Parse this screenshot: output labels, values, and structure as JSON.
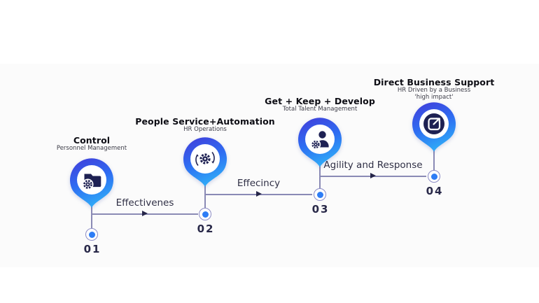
{
  "diagram": {
    "type": "timeline-roadmap",
    "steps": [
      {
        "number": "01",
        "title": "Control",
        "subtitle": "Personnel Management",
        "subtitle2": "",
        "icon": "folder-gear-icon"
      },
      {
        "number": "02",
        "title": "People Service+Automation",
        "subtitle": "HR Operations",
        "subtitle2": "",
        "icon": "gear-automation-icon"
      },
      {
        "number": "03",
        "title": "Get + Keep + Develop",
        "subtitle": "Total Talent Management",
        "subtitle2": "",
        "icon": "person-gear-icon"
      },
      {
        "number": "04",
        "title": "Direct Business Support",
        "subtitle": "HR Driven by a Business",
        "subtitle2": "'high impact'",
        "icon": "external-link-icon"
      }
    ],
    "connectors": [
      {
        "label": "Effectivenes"
      },
      {
        "label": "Effecincy"
      },
      {
        "label": "Agility and Response"
      }
    ],
    "colors": {
      "pin_gradient_top": "#423bd9",
      "pin_gradient_mid": "#2e6df2",
      "pin_gradient_bottom": "#2fa7f7",
      "icon_navy": "#1e2153",
      "line": "#8a8ab5",
      "node_ring": "#8b8bc4",
      "node_dot": "#2e7df5",
      "arrowhead": "#262649",
      "band_background": "#fbfbfb",
      "title_text": "#0d0d14",
      "subtitle_text": "#3b3b46"
    }
  }
}
